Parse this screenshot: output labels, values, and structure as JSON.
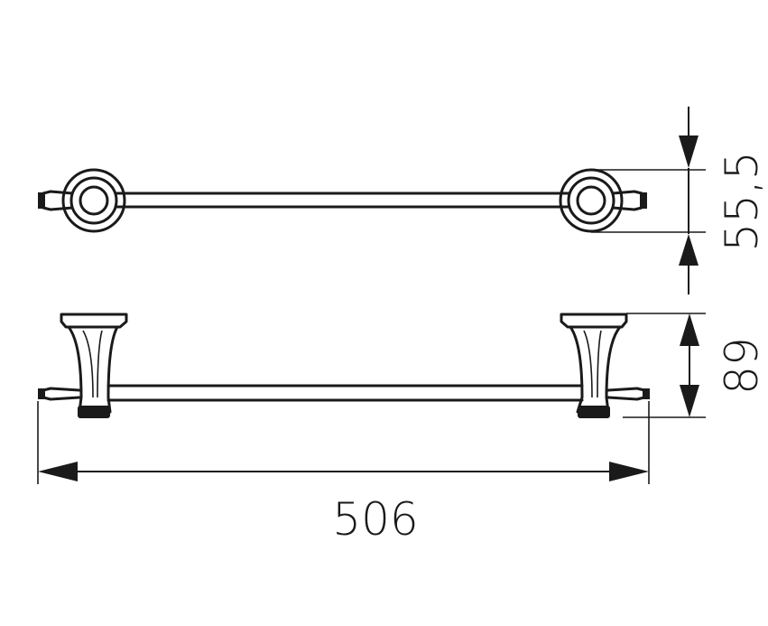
{
  "dimensions": {
    "width_label": "506",
    "depth_label": "55,5",
    "height_label": "89"
  },
  "colors": {
    "line": "#1a1a1a",
    "background": "#ffffff"
  }
}
